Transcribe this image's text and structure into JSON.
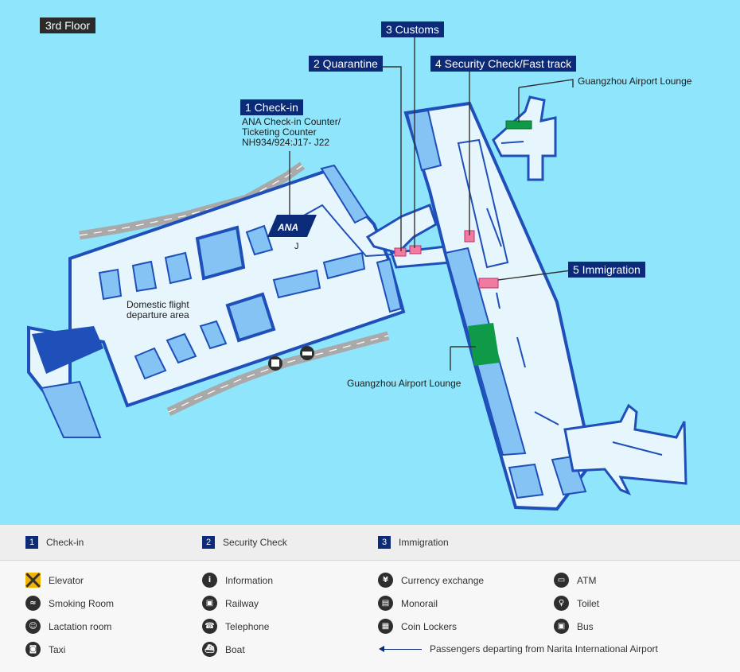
{
  "map": {
    "floor_label": "3rd Floor",
    "callouts": {
      "checkin": "1 Check-in",
      "quarantine": "2 Quarantine",
      "customs": "3 Customs",
      "security": "4 Security Check/Fast track",
      "immigration": "5 Immigration"
    },
    "checkin_note": [
      "ANA Check-in Counter/",
      "Ticketing Counter",
      "NH934/924:J17- J22"
    ],
    "ana_logo": "ANA",
    "counter_letter": "J",
    "lounge_top": "Guangzhou Airport Lounge",
    "lounge_mid": "Guangzhou Airport Lounge",
    "domestic_area": [
      "Domestic flight",
      "departure area"
    ]
  },
  "colors": {
    "sea": "#8fe6fc",
    "floor": "#e7f6fd",
    "wall": "#1f4fb8",
    "block": "#86c3f5",
    "lounge": "#0e9a46",
    "checkpoint": "#f07aa0",
    "road": "#a9a9a9",
    "label_bg": "#0b2a78"
  },
  "legend": {
    "numbered": [
      {
        "num": "1",
        "label": "Check-in"
      },
      {
        "num": "2",
        "label": "Security Check"
      },
      {
        "num": "3",
        "label": "Immigration"
      }
    ],
    "icons": [
      {
        "icon": "elevator-icon",
        "glyph": "",
        "label": "Elevator"
      },
      {
        "icon": "information-icon",
        "glyph": "i",
        "label": "Information"
      },
      {
        "icon": "currency-exchange-icon",
        "glyph": "¥",
        "label": "Currency exchange"
      },
      {
        "icon": "atm-icon",
        "glyph": "▭",
        "label": "ATM"
      },
      {
        "icon": "smoking-room-icon",
        "glyph": "≈",
        "label": "Smoking Room"
      },
      {
        "icon": "railway-icon",
        "glyph": "▣",
        "label": "Railway"
      },
      {
        "icon": "monorail-icon",
        "glyph": "▤",
        "label": "Monorail"
      },
      {
        "icon": "toilet-icon",
        "glyph": "♀",
        "label": "Toilet"
      },
      {
        "icon": "lactation-room-icon",
        "glyph": "☺",
        "label": "Lactation room"
      },
      {
        "icon": "telephone-icon",
        "glyph": "☎",
        "label": "Telephone"
      },
      {
        "icon": "coin-lockers-icon",
        "glyph": "▦",
        "label": "Coin Lockers"
      },
      {
        "icon": "bus-icon",
        "glyph": "▣",
        "label": "Bus"
      },
      {
        "icon": "taxi-icon",
        "glyph": "◙",
        "label": "Taxi"
      },
      {
        "icon": "boat-icon",
        "glyph": "⛴",
        "label": "Boat"
      }
    ],
    "route_label": "Passengers departing from Narita International Airport"
  }
}
